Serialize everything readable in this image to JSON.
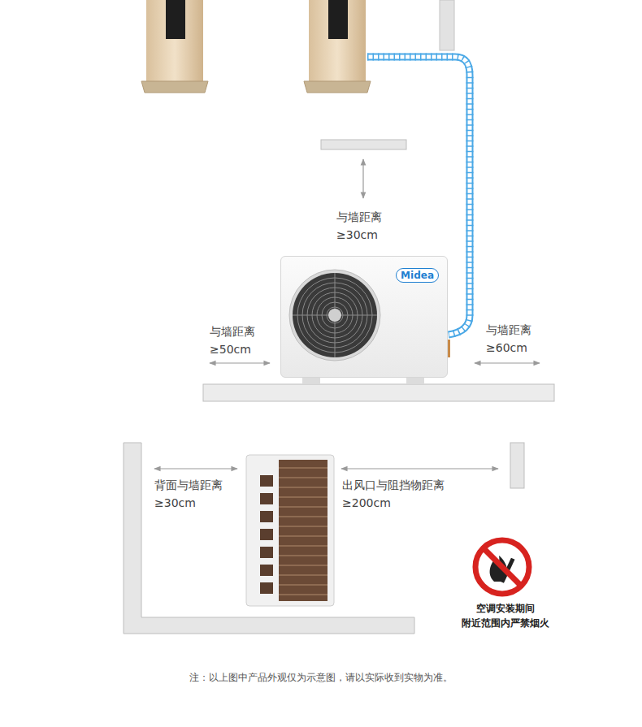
{
  "diagram": {
    "caption": "注：以上图中产品外观仅为示意图，请以实际收到实物为准。",
    "nodes": [
      {
        "text": [
          "Midea"
        ]
      },
      {
        "text": [
          "空调安装期间 附近范围内严禁烟火"
        ]
      }
    ],
    "labels": [
      "与墙距离 ≥30cm",
      "与墙距离 ≥50cm",
      "与墙距离 ≥60cm",
      "背面与墙距离 ≥30cm",
      "出风口与阻挡物距离 ≥200cm"
    ]
  }
}
